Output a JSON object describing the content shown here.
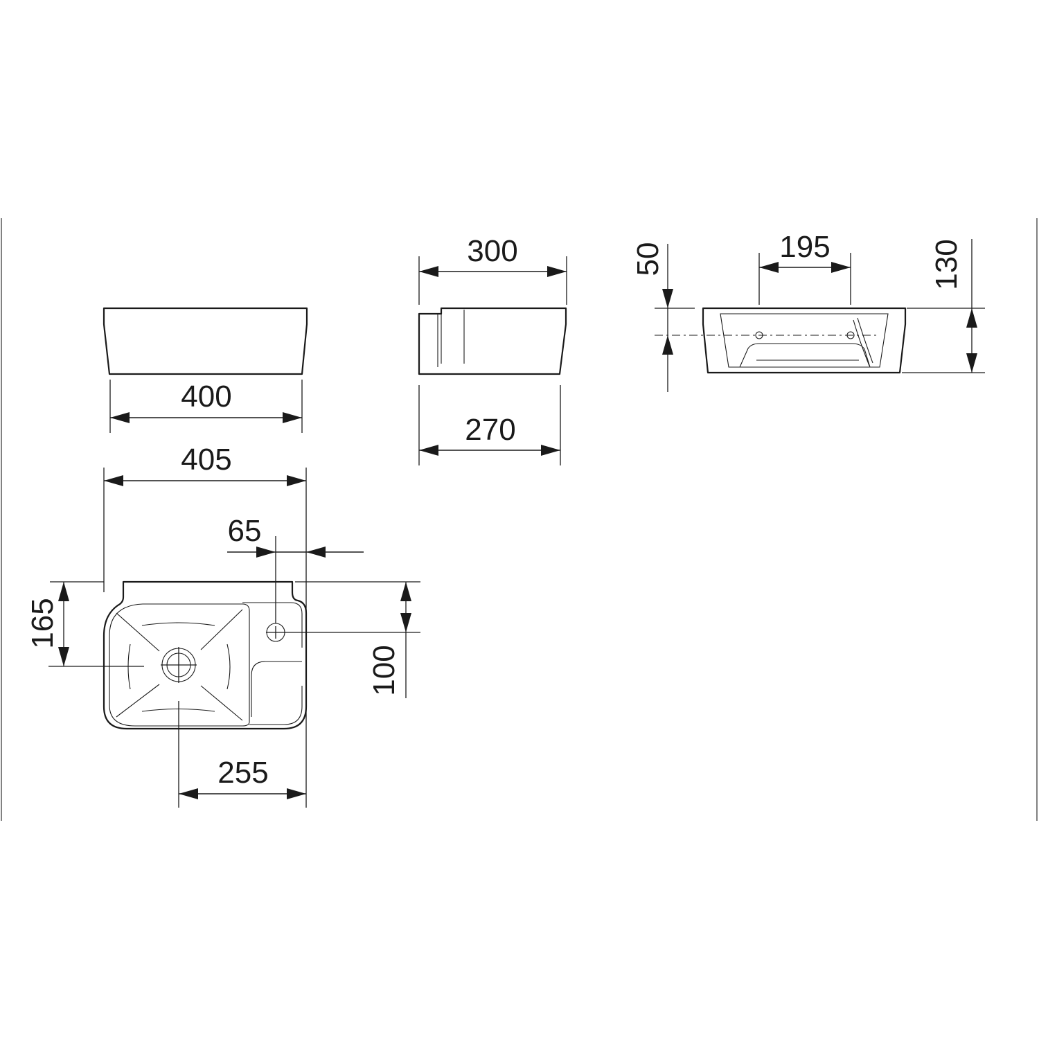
{
  "dimensions": {
    "front_width": "400",
    "top_width": "405",
    "tap_offset": "65",
    "drain_offset_front": "165",
    "tap_hole_offset": "100",
    "drain_offset_side": "255",
    "side_top_depth": "300",
    "side_bottom_depth": "270",
    "back_hole_spacing": "195",
    "back_hole_height": "50",
    "back_total_height": "130"
  }
}
